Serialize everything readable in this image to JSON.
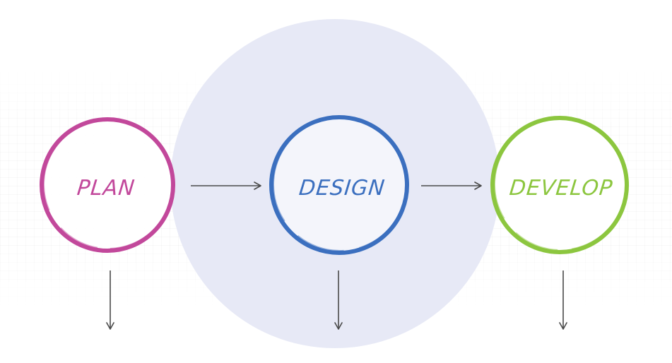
{
  "colors": {
    "background": "#ffffff",
    "highlight_circle": "#e7e9f6",
    "plan": "#c2489b",
    "design": "#3b6fbf",
    "develop": "#8cc63f",
    "arrow": "#4a4a4a"
  },
  "stages": [
    {
      "id": "plan",
      "label": "PLAN"
    },
    {
      "id": "design",
      "label": "DESIGN"
    },
    {
      "id": "develop",
      "label": "DEVELOP"
    }
  ]
}
